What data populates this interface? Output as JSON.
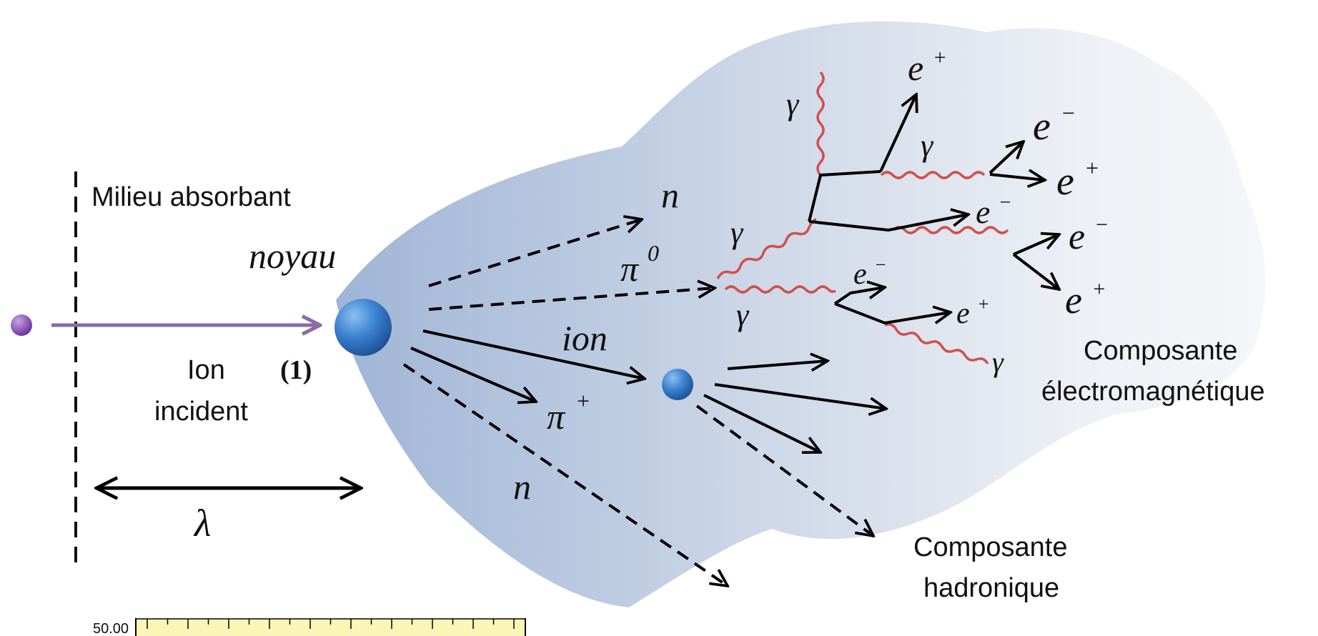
{
  "labels": {
    "milieu": "Milieu absorbant",
    "noyau": "noyau",
    "ion_incident_1": "Ion",
    "ion_incident_2": "incident",
    "step": "(1)",
    "lambda": "λ",
    "ion": "ion",
    "n_top": "n",
    "n_bottom": "n",
    "pi0_base": "π",
    "pi0_sup": "0",
    "piplus_base": "π",
    "piplus_sup": "+",
    "comp_em_1": "Composante",
    "comp_em_2": "électromagnétique",
    "comp_had_1": "Composante",
    "comp_had_2": "hadronique",
    "ruler_value": "50.00"
  },
  "particles": {
    "gamma_1": "γ",
    "gamma_2": "γ",
    "gamma_3": "γ",
    "gamma_4": "γ",
    "gamma_5": "γ",
    "e_base": "e",
    "eplus_1": "+",
    "eminus_1": "−",
    "eplus_2": "+",
    "eminus_2": "−",
    "eminus_3": "−",
    "eplus_3": "+",
    "eminus_4": "−",
    "eplus_4": "+"
  },
  "colors": {
    "incident_arrow": "#8a6aa8",
    "incident_ion": "#8a4fb0",
    "nucleus": "#2f78c9",
    "gamma_wave": "#d0504c",
    "cloud_dark": "#9fb5d6",
    "cloud_light": "#f3f5f8"
  }
}
